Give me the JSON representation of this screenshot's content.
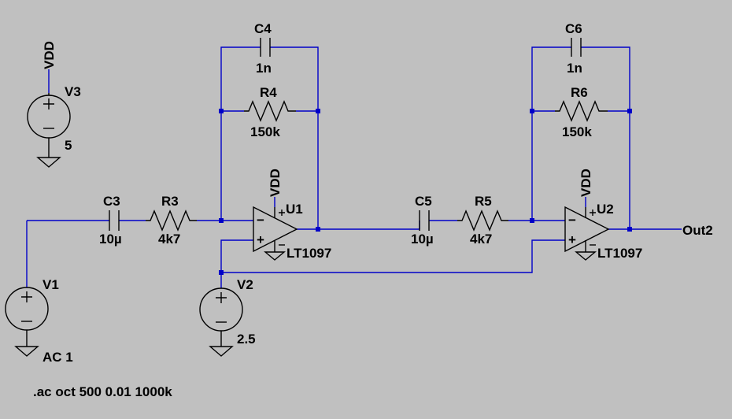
{
  "labels": {
    "vdd_top": "VDD",
    "v3_name": "V3",
    "v3_value": "5",
    "v1_name": "V1",
    "v1_value": "AC 1",
    "v2_name": "V2",
    "v2_value": "2.5",
    "c3_name": "C3",
    "c3_value": "10µ",
    "r3_name": "R3",
    "r3_value": "4k7",
    "c4_name": "C4",
    "c4_value": "1n",
    "r4_name": "R4",
    "r4_value": "150k",
    "u1_name": "U1",
    "u1_model": "LT1097",
    "u1_vdd": "VDD",
    "c5_name": "C5",
    "c5_value": "10µ",
    "r5_name": "R5",
    "r5_value": "4k7",
    "c6_name": "C6",
    "c6_value": "1n",
    "r6_name": "R6",
    "r6_value": "150k",
    "u2_name": "U2",
    "u2_model": "LT1097",
    "u2_vdd": "VDD",
    "out_label": "Out2",
    "directive": ".ac oct 500 0.01 1000k",
    "opamp_minus": "−",
    "opamp_plus": "+",
    "source_plus": "+",
    "source_minus": "−"
  },
  "colors": {
    "background": "#c0c0c0",
    "wire": "#0000c8",
    "component": "#000000",
    "text": "#000000"
  }
}
